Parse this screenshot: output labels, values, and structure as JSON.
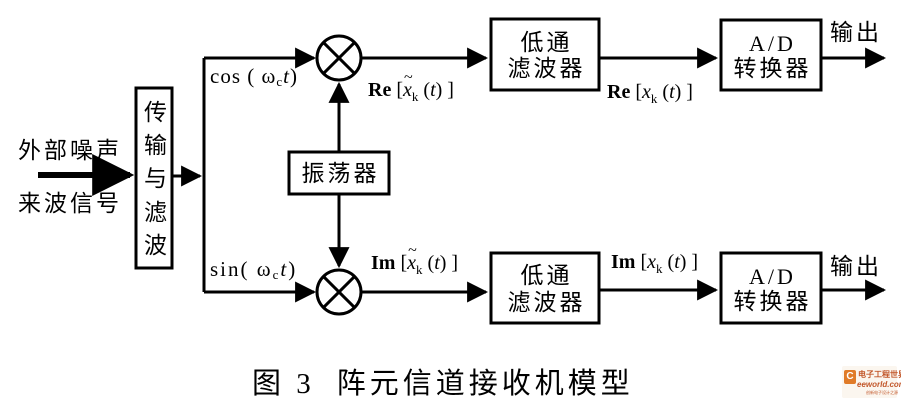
{
  "diagram": {
    "input_label_top": "外部噪声",
    "input_label_bottom": "来波信号",
    "blocks": {
      "transmission_filter": [
        "传",
        "输",
        "与",
        "滤",
        "波"
      ],
      "oscillator": "振荡器",
      "lpf_top": [
        "低通",
        "滤波器"
      ],
      "lpf_bottom": [
        "低通",
        "滤波器"
      ],
      "adc_top": [
        "A/D",
        "转换器"
      ],
      "adc_bottom": [
        "A/D",
        "转换器"
      ]
    },
    "mixers": {
      "top_symbol": "multiply",
      "bottom_symbol": "multiply"
    },
    "signals": {
      "cos_carrier": {
        "fn": "cos",
        "arg": "ω",
        "arg_sub": "c",
        "var": "t"
      },
      "sin_carrier": {
        "fn": "sin",
        "arg": "ω",
        "arg_sub": "c",
        "var": "t"
      },
      "re_mixed": {
        "op": "Re",
        "sym": "x",
        "sub": "k",
        "var": "t",
        "tilde": true
      },
      "re_filtered": {
        "op": "Re",
        "sym": "x",
        "sub": "k",
        "var": "t",
        "tilde": false
      },
      "im_mixed": {
        "op": "Im",
        "sym": "x",
        "sub": "k",
        "var": "t",
        "tilde": true
      },
      "im_filtered": {
        "op": "Im",
        "sym": "x",
        "sub": "k",
        "var": "t",
        "tilde": false
      }
    },
    "output_top": "输出",
    "output_bottom": "输出"
  },
  "caption": {
    "figure_number": "图 3",
    "title": "阵元信道接收机模型"
  },
  "watermark": {
    "brand_cn": "电子工程世界",
    "brand_en": "eeworld.com.cn",
    "slogan": "创新电子设计之源",
    "logo_letter": "C",
    "accent_color": "#e07b28"
  }
}
